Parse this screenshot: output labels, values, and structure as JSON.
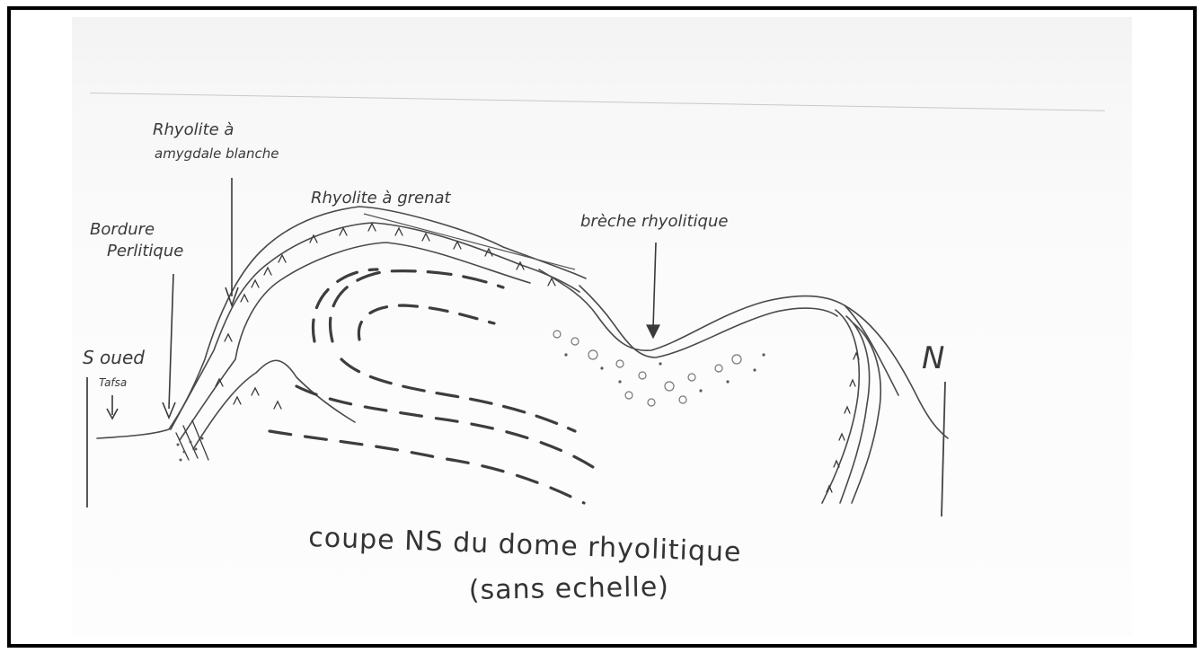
{
  "labels": {
    "rhyolite_amygdale": [
      "Rhyolite à",
      "amygdale blanche"
    ],
    "rhyolite_grenat": "Rhyolite à grenat",
    "breche": "brèche rhyolitique",
    "bordure": [
      "Bordure",
      "Perlitique"
    ],
    "oued": [
      "S oued",
      "Tafsa"
    ],
    "north": "N"
  },
  "title": {
    "line1": "coupe NS du dome rhyolitique",
    "line2": "(sans echelle)"
  }
}
